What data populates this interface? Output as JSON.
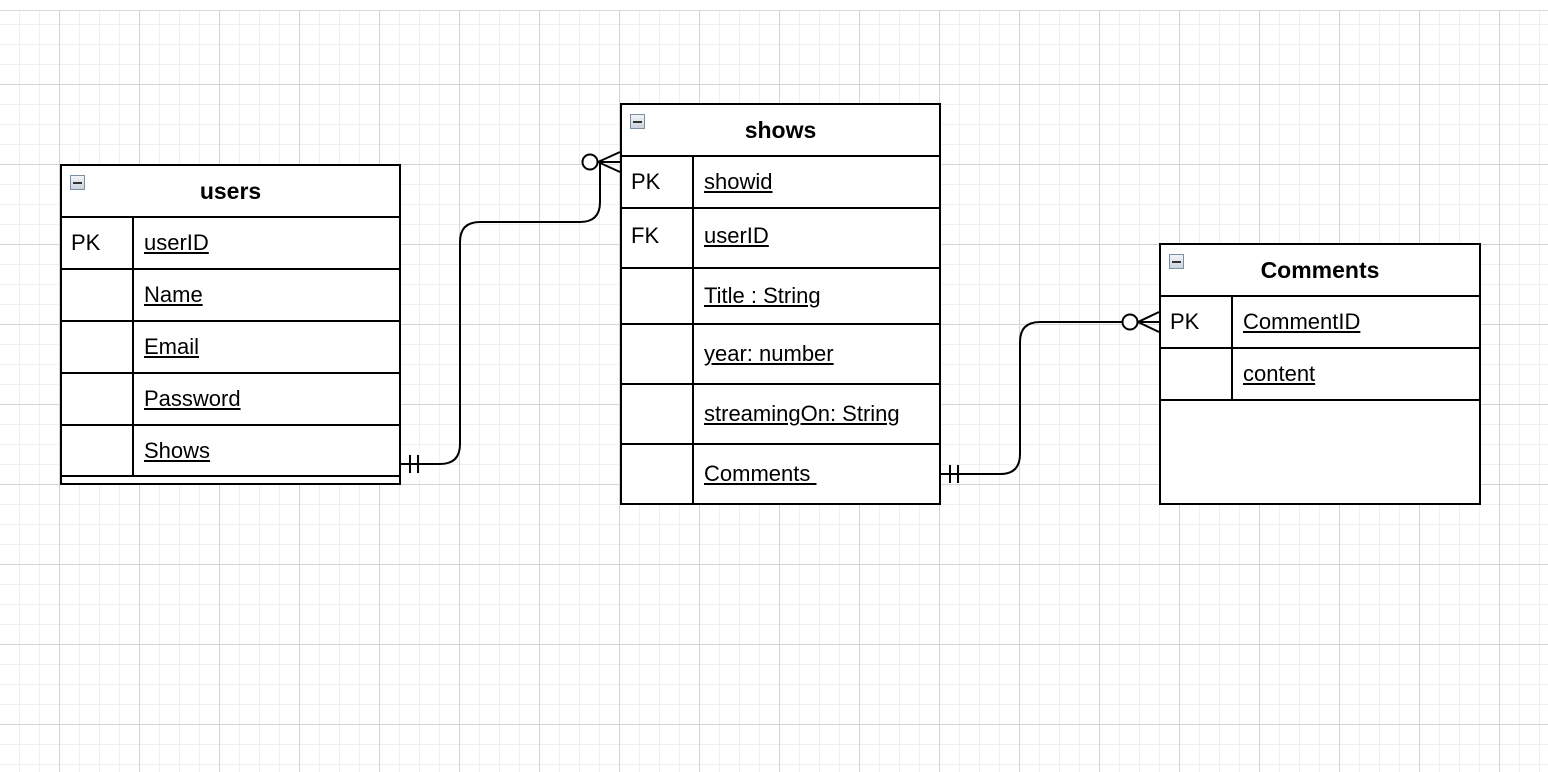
{
  "tables": {
    "users": {
      "name": "users",
      "rows": [
        {
          "key": "PK",
          "field": "userID"
        },
        {
          "key": "",
          "field": "Name"
        },
        {
          "key": "",
          "field": "Email"
        },
        {
          "key": "",
          "field": "Password"
        },
        {
          "key": "",
          "field": "Shows"
        }
      ]
    },
    "shows": {
      "name": "shows",
      "rows": [
        {
          "key": "PK",
          "field": "showid"
        },
        {
          "key": "FK",
          "field": "userID"
        },
        {
          "key": "",
          "field": "Title : String"
        },
        {
          "key": "",
          "field": "year: number"
        },
        {
          "key": "",
          "field": "streamingOn: String"
        },
        {
          "key": "",
          "field": "Comments "
        }
      ]
    },
    "comments": {
      "name": "Comments",
      "rows": [
        {
          "key": "PK",
          "field": "CommentID"
        },
        {
          "key": "",
          "field": "content"
        }
      ]
    }
  },
  "relationships": [
    {
      "from": "users.Shows",
      "from_cardinality": "one-and-only-one",
      "to": "shows",
      "to_cardinality": "zero-or-many"
    },
    {
      "from": "shows.Comments",
      "from_cardinality": "one-and-only-one",
      "to": "Comments",
      "to_cardinality": "zero-or-many"
    }
  ]
}
